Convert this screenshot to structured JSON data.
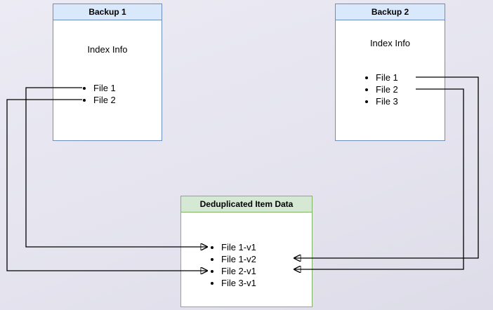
{
  "diagram": {
    "background": "#e6e5ef",
    "arrow_color": "#000000",
    "boxes": {
      "backup1": {
        "title": "Backup 1",
        "label": "Index Info",
        "items": [
          "File 1",
          "File 2"
        ],
        "fill": "#dae8fc",
        "border": "#6c8ebf"
      },
      "backup2": {
        "title": "Backup 2",
        "label": "Index Info",
        "items": [
          "File 1",
          "File 2",
          "File 3"
        ],
        "fill": "#dae8fc",
        "border": "#6c8ebf"
      },
      "dedup": {
        "title": "Deduplicated Item Data",
        "items": [
          "File 1-v1",
          "File 1-v2",
          "File 2-v1",
          "File 3-v1"
        ],
        "fill": "#d5e8d4",
        "border": "#82b366"
      }
    },
    "arrows": [
      {
        "from": "Backup 1 / File 1",
        "to": "Deduplicated Item Data / File 1-v1"
      },
      {
        "from": "Backup 1 / File 2",
        "to": "Deduplicated Item Data / File 2-v1"
      },
      {
        "from": "Backup 2 / File 1",
        "to": "Deduplicated Item Data / File 1-v2"
      },
      {
        "from": "Backup 2 / File 2",
        "to": "Deduplicated Item Data / File 2-v1"
      }
    ]
  }
}
